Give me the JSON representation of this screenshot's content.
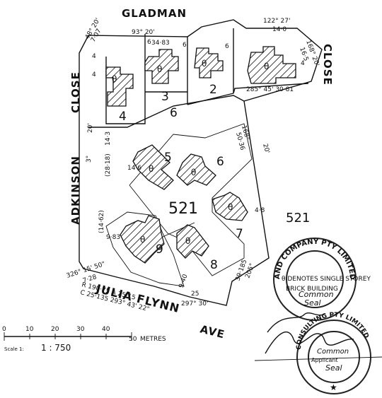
{
  "roads": {
    "north": "GLADMAN",
    "east": "CLOSE",
    "west": "ADKINSON",
    "west_close": "CLOSE",
    "south_street": "JULIA  FLYNN",
    "south_suffix": "AVE"
  },
  "lot_numbers": [
    "2",
    "3",
    "4",
    "5",
    "6",
    "6",
    "7",
    "8",
    "9"
  ],
  "building_symbol": "θ",
  "lot_parcel": "521",
  "lot_parcel_outside": "521",
  "dimensions": {
    "top_bearing": "93°  20'",
    "top_nw": "48° 20'",
    "top_nw_len": "7·07",
    "lot3_len": "34·83",
    "ne_bearing": "122° 27'",
    "ne_len": "14·0",
    "ne_right": "168° 20'",
    "ne_right_len": "16·5",
    "mid_bearing": "285° 45'  30·81",
    "west_20": "20'",
    "west_14_3": "14·3",
    "west_3": "3°",
    "west_28_18": "(28·18)",
    "east_168_20": "168°",
    "east_20": "20'",
    "east_50_36": "50·36",
    "lot5_14_6": "14·6",
    "west_14_62": "(14·62)",
    "lot9_9_83": "9·83",
    "east_4_8": "4·8",
    "sw_bearing": "326° 15' 50\"",
    "sw_len": "7·28",
    "arc_r": "R 190·75  A 25·15",
    "arc_c": "C 25·135  293° 43' 22\"",
    "south_9_40": "9·40",
    "south_25": "25",
    "south_bearing": "297°   30'",
    "se_len": "39·185",
    "se_bearing": "205°",
    "four_a": "4",
    "four_b": "4",
    "four_c": "4",
    "six_a": "6",
    "six_b": "6",
    "six_c": "6"
  },
  "legend": {
    "line1": "θ DENOTES SINGLE STOREY",
    "line2": "BRICK BUILDING"
  },
  "scale": {
    "ticks": [
      "0",
      "10",
      "20",
      "30",
      "40",
      "50"
    ],
    "unit": "METRES",
    "label": "Scale 1:",
    "ratio": "1 : 750"
  },
  "seals": {
    "upper_ring": "AND COMPANY PTY LIMITED",
    "upper_common": "Common",
    "upper_seal": "Seal",
    "lower_ring": "CONSULTING PTY LIMITED",
    "lower_common": "Common",
    "lower_applicant": "Applicant",
    "lower_seal": "Seal"
  }
}
